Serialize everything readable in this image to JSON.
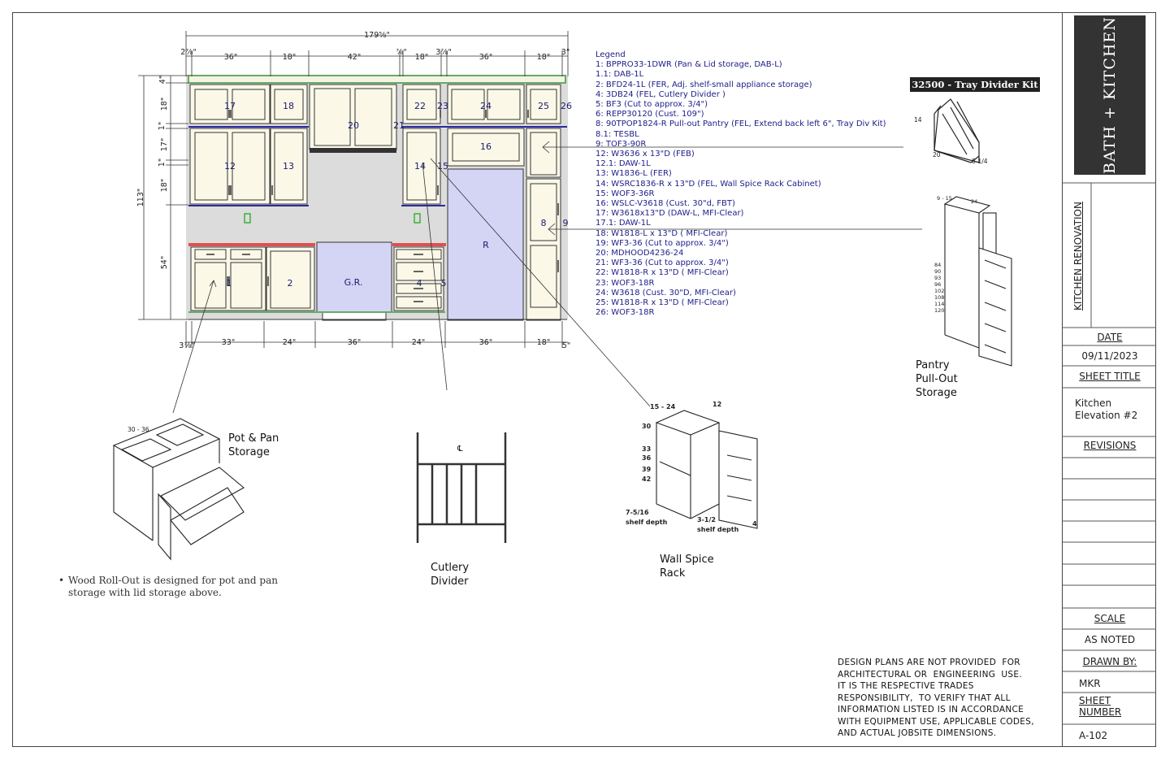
{
  "title_block": {
    "logo_text": "BATH + KITCHEN",
    "project": "KITCHEN RENOVATION",
    "date_label": "DATE",
    "date_value": "09/11/2023",
    "sheet_title_label": "SHEET TITLE",
    "sheet_title_line1": "Kitchen",
    "sheet_title_line2": "Elevation  #2",
    "revisions_label": "REVISIONS",
    "scale_label": "SCALE",
    "scale_value": "AS NOTED",
    "drawn_by_label": "DRAWN BY:",
    "drawn_by_value": "MKR",
    "sheet_number_label_1": "SHEET",
    "sheet_number_label_2": "NUMBER",
    "sheet_number_value": "A-102"
  },
  "legend": {
    "title": "Legend",
    "items": [
      "1: BPPRO33-1DWR (Pan & Lid storage, DAB-L)",
      "1.1: DAB-1L",
      "2: BFD24-1L (FER, Adj. shelf-small appliance storage)",
      "4: 3DB24 (FEL, Cutlery Divider )",
      "5: BF3 (Cut to approx. 3/4\")",
      "6: REPP30120 (Cust. 109\")",
      "8: 90TPOP1824-R Pull-out Pantry (FEL, Extend back left 6\", Tray Div Kit)",
      "8.1: TESBL",
      "9: TOF3-90R",
      "12: W3636 x 13\"D  (FEB)",
      "12.1: DAW-1L",
      "13: W1836-L (FER)",
      "14: WSRC1836-R x 13\"D  (FEL, Wall Spice Rack Cabinet)",
      "15: WOF3-36R",
      "16: WSLC-V3618 (Cust. 30\"d, FBT)",
      "17: W3618x13\"D (DAW-L, MFI-Clear)",
      "17.1: DAW-1L",
      "18: W1818-L x 13\"D ( MFI-Clear)",
      "19: WF3-36 (Cut to approx. 3/4\")",
      "20: MDHOOD4236-24",
      "21: WF3-36 (Cut to approx. 3/4\")",
      "22: W1818-R x 13\"D ( MFI-Clear)",
      "23: WOF3-18R",
      "24: W3618 (Cust. 30\"D, MFI-Clear)",
      "25: W1818-R x 13\"D ( MFI-Clear)",
      "26: WOF3-18R"
    ]
  },
  "dimensions": {
    "overall_width": "179⅝\"",
    "overall_height": "113\"",
    "base_height": "54\"",
    "top_row": [
      "2⅞\"",
      "36\"",
      "18\"",
      "42\"",
      "⅞\"",
      "18\"",
      "3⅞\"",
      "36\"",
      "18\"",
      "3\""
    ],
    "bottom_row": [
      "3⅞\"",
      "33\"",
      "24\"",
      "36\"",
      "24\"",
      "36\"",
      "18\"",
      "5\""
    ],
    "left_col": [
      "4\"",
      "18\"",
      "1\"",
      "17\"",
      "1\"",
      "18\""
    ]
  },
  "elevation_labels": {
    "cab_17": "17",
    "cab_18": "18",
    "cab_20": "20",
    "cab_22": "22",
    "cab_23": "23",
    "cab_24": "24",
    "cab_25": "25",
    "cab_26": "26",
    "cab_21": "21",
    "cab_12": "12",
    "cab_13": "13",
    "cab_14": "14",
    "cab_15": "15",
    "cab_16": "16",
    "cab_8": "8",
    "cab_9": "9",
    "cab_1": "1",
    "cab_2": "2",
    "cab_4": "4",
    "cab_5": "5",
    "range": "G.R.",
    "fridge": "R"
  },
  "callouts": {
    "tray_kit": "32500 - Tray Divider Kit",
    "tray_dims": [
      "14",
      "20",
      "8-1/4"
    ],
    "pantry_1": "Pantry",
    "pantry_2": "Pull-Out",
    "pantry_3": "Storage",
    "pantry_dims_top": [
      "9 - 15",
      "24"
    ],
    "pantry_heights": [
      "84",
      "90",
      "93",
      "96",
      "102",
      "108",
      "114",
      "120"
    ],
    "potpan_1": "Pot & Pan",
    "potpan_2": "Storage",
    "potpan_dim": "30 - 36",
    "cutlery_1": "Cutlery",
    "cutlery_2": "Divider",
    "spice_1": "Wall Spice",
    "spice_2": "Rack",
    "spice_dims_top": [
      "15 - 24",
      "12"
    ],
    "spice_heights": [
      "30",
      "33",
      "36",
      "39",
      "42"
    ],
    "spice_depth_1a": "7-5/16",
    "spice_depth_1b": "shelf depth",
    "spice_depth_2a": "3-1/2",
    "spice_depth_2b": "shelf depth",
    "spice_dim_side": "4",
    "note": "Wood Roll-Out is designed for pot and pan storage with lid storage above.",
    "disclaimer": "DESIGN PLANS ARE NOT PROVIDED  FOR\nARCHITECTURAL OR  ENGINEERING  USE.\nIT IS THE RESPECTIVE TRADES\nRESPONSIBILITY,  TO VERIFY THAT ALL\nINFORMATION LISTED IS IN ACCORDANCE\nWITH EQUIPMENT USE, APPLICABLE CODES,\nAND ACTUAL JOBSITE DIMENSIONS."
  },
  "colors": {
    "cabinet_fill": "#fbf8e8",
    "wall_fill": "#dcdcdc",
    "appliance_fill": "#d4d4f4",
    "countertop": "#e05050",
    "molding": "#66aa66",
    "light_rail": "#2a2aa0",
    "ink": "#1a1a4a"
  }
}
